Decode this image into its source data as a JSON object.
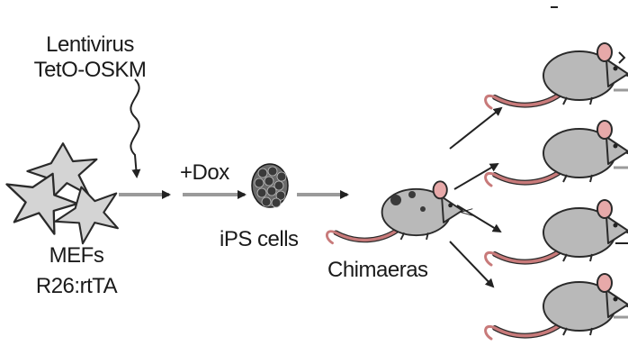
{
  "labels": {
    "lentivirus": "Lentivirus",
    "teto_oskm": "TetO-OSKM",
    "dox": "+Dox",
    "ips_cells": "iPS cells",
    "chimaeras": "Chimaeras",
    "mefs": "MEFs",
    "r26_rtta": "R26:rtTA"
  },
  "colors": {
    "mouse_body": "#b9b9b9",
    "mouse_outline": "#2a2a2a",
    "mouse_ear": "#e7a9a9",
    "tail": "#c87a7a",
    "arrow": "#9a9a9a",
    "arrow_head": "#222222",
    "cell": "#d4d4d4",
    "ips_cluster": "#4a4a4a",
    "text": "#1a1a1a"
  },
  "icons": [
    "cell-icon",
    "ips-colony-icon",
    "mouse-icon"
  ]
}
